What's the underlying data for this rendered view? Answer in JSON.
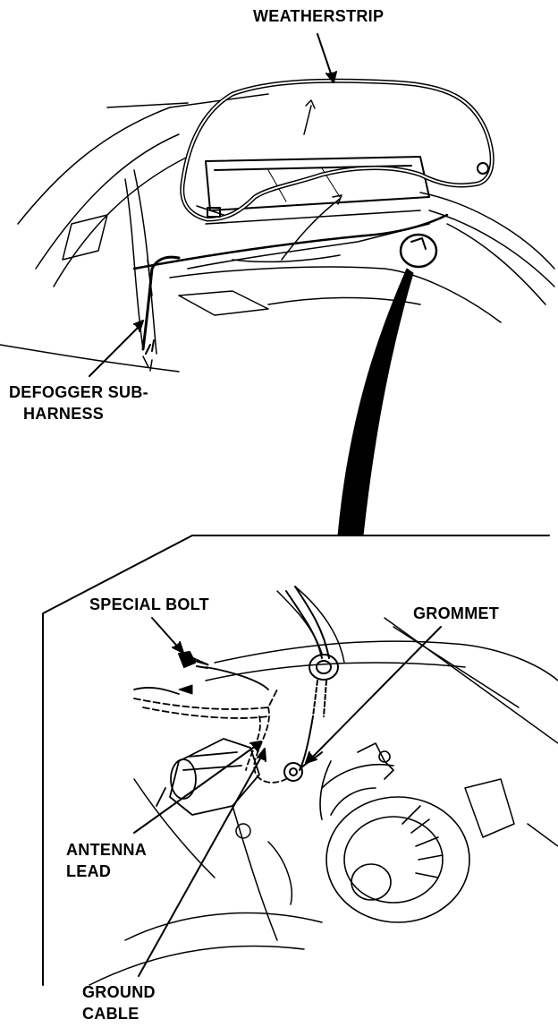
{
  "colors": {
    "ink": "#000000",
    "paper": "#ffffff"
  },
  "labels": {
    "weatherstrip": "WEATHERSTRIP",
    "defogger_line1": "DEFOGGER SUB-",
    "defogger_line2": "HARNESS",
    "special_bolt": "SPECIAL BOLT",
    "grommet": "GROMMET",
    "antenna_line1": "ANTENNA",
    "antenna_line2": "LEAD",
    "ground_line1": "GROUND",
    "ground_line2": "CABLE"
  }
}
